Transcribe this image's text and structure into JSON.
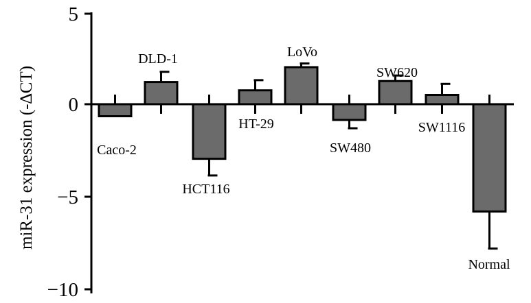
{
  "chart_data": {
    "type": "bar",
    "title": "",
    "xlabel": "",
    "ylabel": "miR-31 expression (-∆CT)",
    "ylim": [
      -10,
      5
    ],
    "yticks": [
      5,
      0,
      -5,
      -10
    ],
    "ytick_labels": [
      "5",
      "0",
      "−5",
      "−10"
    ],
    "grid": false,
    "categories": [
      "Caco-2",
      "DLD-1",
      "HCT116",
      "HT-29",
      "LoVo",
      "SW480",
      "SW620",
      "SW1116",
      "Normal"
    ],
    "values": [
      -0.65,
      1.2,
      -2.95,
      0.75,
      2.0,
      -0.85,
      1.25,
      0.5,
      -5.8
    ],
    "error": [
      0.0,
      0.55,
      0.9,
      0.55,
      0.2,
      0.45,
      0.3,
      0.6,
      2.0
    ],
    "bar_color": "#6b6b6b",
    "edge_color": "#000000"
  }
}
